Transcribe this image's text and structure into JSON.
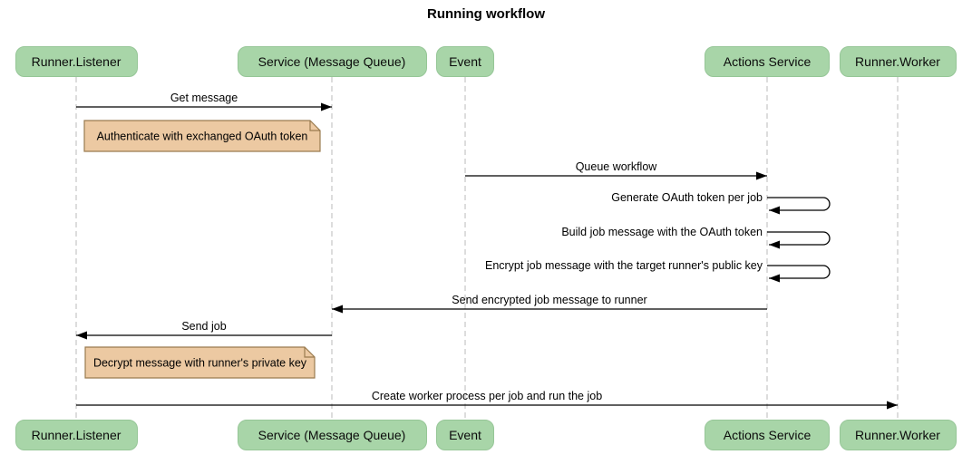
{
  "title": "Running workflow",
  "colors": {
    "actor_fill": "#a8d5a8",
    "actor_border": "#96c697",
    "note_fill": "#ecc9a2",
    "note_border": "#9a7b4f",
    "lifeline": "#bbbbbb",
    "arrow": "#000000",
    "text": "#000000",
    "background": "#ffffff"
  },
  "actors": [
    {
      "id": "runner_listener",
      "label": "Runner.Listener"
    },
    {
      "id": "service",
      "label": "Service (Message Queue)"
    },
    {
      "id": "event",
      "label": "Event"
    },
    {
      "id": "actions_service",
      "label": "Actions Service"
    },
    {
      "id": "runner_worker",
      "label": "Runner.Worker"
    }
  ],
  "steps": [
    {
      "type": "message",
      "from": "runner_listener",
      "to": "service",
      "text": "Get message"
    },
    {
      "type": "note",
      "over": "runner_listener",
      "text": "Authenticate with exchanged OAuth token"
    },
    {
      "type": "message",
      "from": "event",
      "to": "actions_service",
      "text": "Queue workflow"
    },
    {
      "type": "self_message",
      "actor": "actions_service",
      "text": "Generate OAuth token per job"
    },
    {
      "type": "self_message",
      "actor": "actions_service",
      "text": "Build job message with the OAuth token"
    },
    {
      "type": "self_message",
      "actor": "actions_service",
      "text": "Encrypt job message with the target runner's public key"
    },
    {
      "type": "message",
      "from": "actions_service",
      "to": "service",
      "text": "Send encrypted job message to runner"
    },
    {
      "type": "message",
      "from": "service",
      "to": "runner_listener",
      "text": "Send job"
    },
    {
      "type": "note",
      "over": "runner_listener",
      "text": "Decrypt message with runner's private key"
    },
    {
      "type": "message",
      "from": "runner_listener",
      "to": "runner_worker",
      "text": "Create worker process per job and run the job"
    }
  ]
}
